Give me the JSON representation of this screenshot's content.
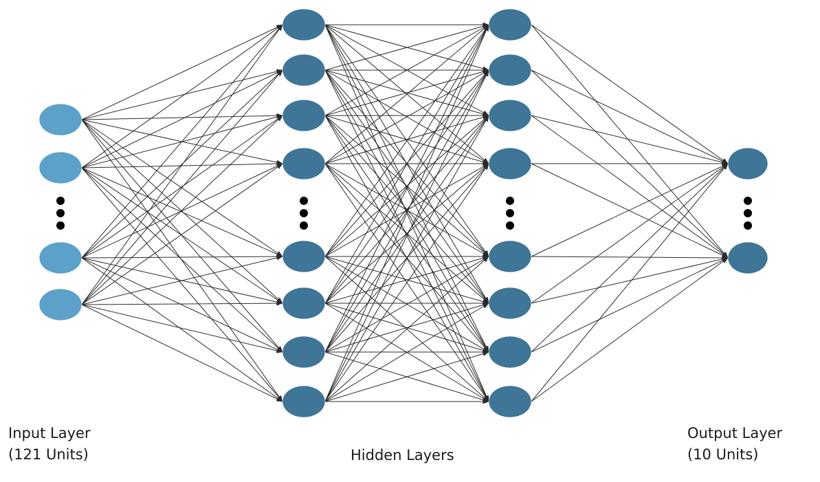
{
  "labels": {
    "input_title": "Input Layer",
    "input_units": "(121 Units)",
    "hidden_title": "Hidden Layers",
    "output_title": "Output Layer",
    "output_units": "(10 Units)"
  },
  "colors": {
    "input_node": "#5ca1c9",
    "hidden_node": "#3f7596",
    "output_node": "#3f7596",
    "edge": "#2b2b2b",
    "ellipsis_dot": "#000000"
  },
  "layers": [
    {
      "name": "input",
      "visible_nodes": 4,
      "has_ellipsis": true
    },
    {
      "name": "hidden-1",
      "visible_nodes": 8,
      "has_ellipsis": true
    },
    {
      "name": "hidden-2",
      "visible_nodes": 8,
      "has_ellipsis": true
    },
    {
      "name": "output",
      "visible_nodes": 2,
      "has_ellipsis": true
    }
  ]
}
